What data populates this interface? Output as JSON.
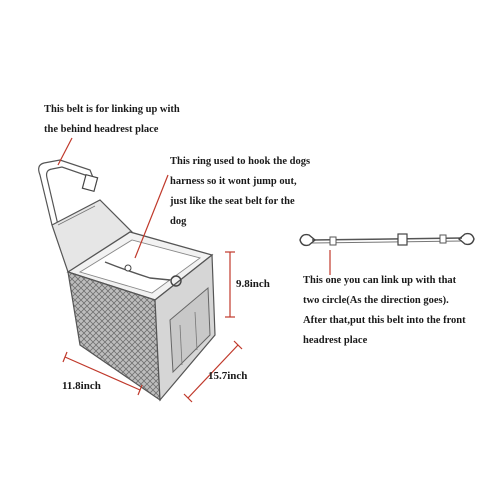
{
  "annotations": {
    "headrest_belt": {
      "lines": [
        "This belt is for linking up with",
        "the behind headrest place"
      ]
    },
    "ring": {
      "lines": [
        "This ring used to hook the dogs",
        "harness so it wont jump out,",
        "just like the seat belt for the",
        "dog"
      ]
    },
    "front_belt": {
      "lines": [
        "This one you can link up with that",
        "two circle(As the direction goes).",
        "After that,put this belt into the front",
        "headrest place"
      ]
    }
  },
  "dimensions": {
    "height": "9.8inch",
    "depth": "15.7inch",
    "width": "11.8inch"
  },
  "colors": {
    "pointer": "#c0392b",
    "outline": "#555555",
    "body": "#dcdcdc",
    "mesh": "#8a8a8a"
  },
  "icons": [
    "seat-diagram-icon",
    "belt-strap-icon",
    "clip-hook-icon",
    "buckle-icon"
  ]
}
